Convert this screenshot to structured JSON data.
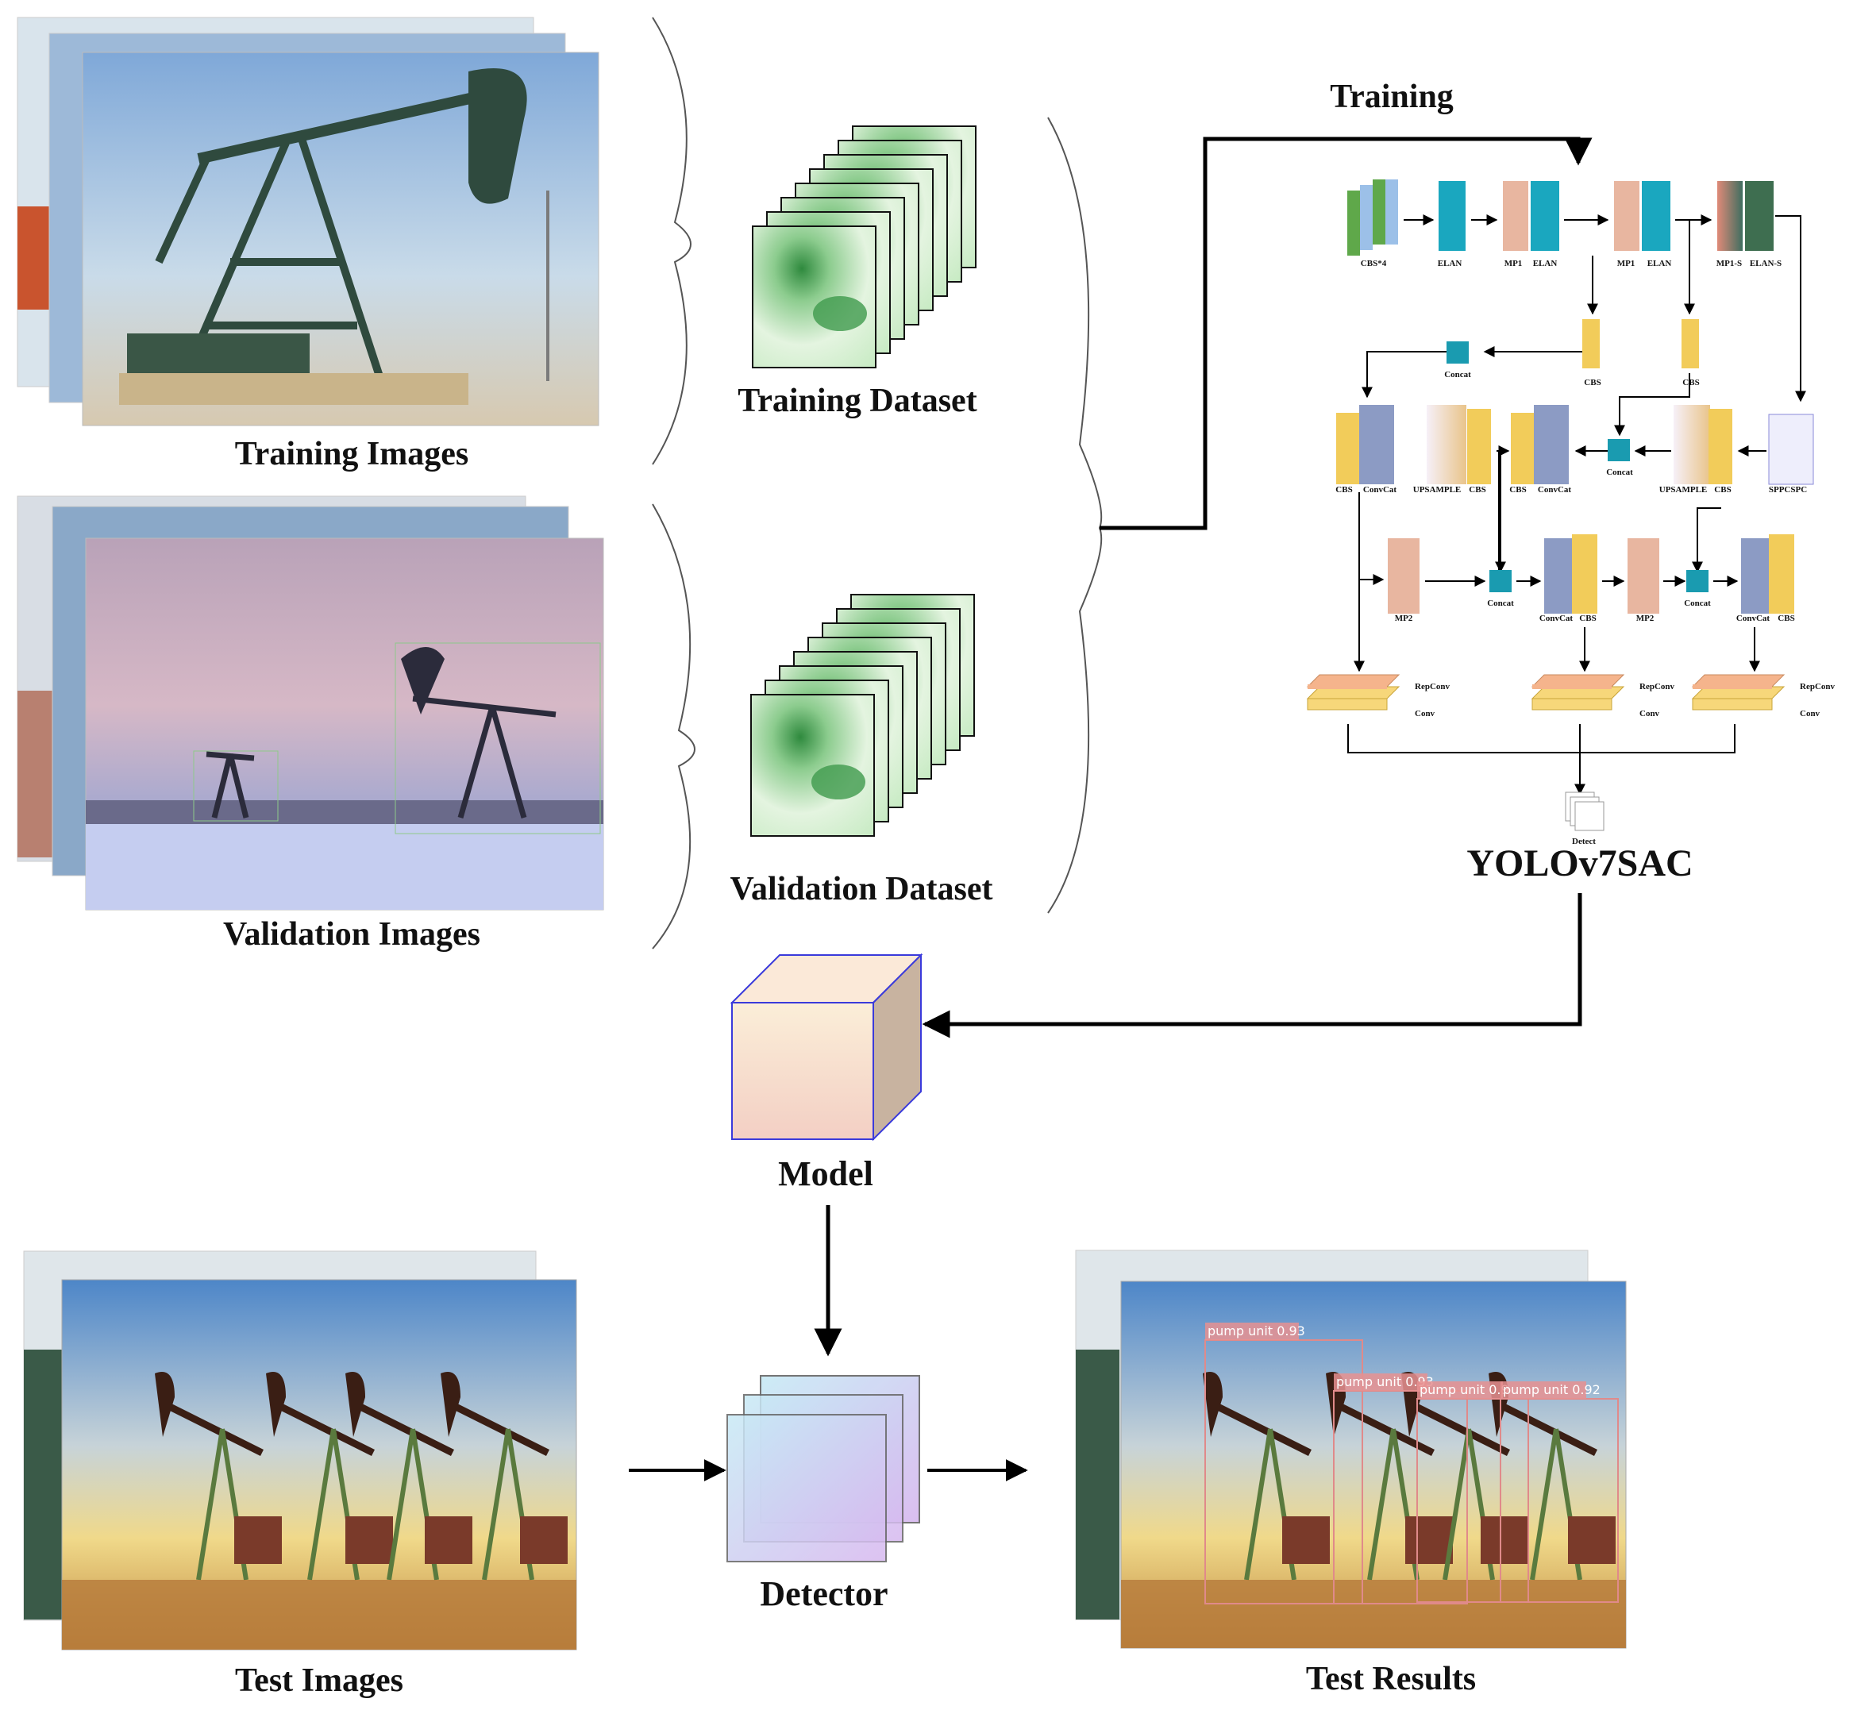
{
  "captions": {
    "training_images": "Training Images",
    "validation_images": "Validation Images",
    "training_dataset": "Training Dataset",
    "validation_dataset": "Validation Dataset",
    "training": "Training",
    "model_name": "YOLOv7SAC",
    "model": "Model",
    "detector": "Detector",
    "test_images": "Test Images",
    "test_results": "Test Results"
  },
  "network": {
    "row1": {
      "cbs4": "CBS*4",
      "elan1": "ELAN",
      "mp1a": "MP1",
      "elan2": "ELAN",
      "mp1b": "MP1",
      "elan3": "ELAN",
      "mp1s": "MP1-S",
      "elans": "ELAN-S"
    },
    "cbs_a": "CBS",
    "cbs_b": "CBS",
    "concat_top": "Concat",
    "row3": {
      "cbs1": "CBS",
      "convcat1": "ConvCat",
      "upsample1": "UPSAMPLE",
      "cbs2": "CBS",
      "cbs3": "CBS",
      "convcat2": "ConvCat",
      "concat": "Concat",
      "upsample2": "UPSAMPLE",
      "cbs4": "CBS",
      "sppcspc": "SPPCSPC"
    },
    "row4": {
      "mp2a": "MP2",
      "concat1": "Concat",
      "convcat1": "ConvCat",
      "cbs1": "CBS",
      "mp2b": "MP2",
      "concat2": "Concat",
      "convcat2": "ConvCat",
      "cbs2": "CBS"
    },
    "heads": {
      "repconv": "RepConv",
      "conv": "Conv"
    },
    "detect": "Detect"
  },
  "detections": [
    {
      "label": "pump unit 0.93"
    },
    {
      "label": "pump unit 0.93"
    },
    {
      "label": "pump unit 0.9"
    },
    {
      "label": "pump unit 0.92"
    }
  ],
  "colors": {
    "cbs": "#f2cc5a",
    "elan": "#1aa7bf",
    "mp": "#e8b6a0",
    "convcat": "#8c9bc4",
    "concat": "#1a9bb0",
    "heads_top": "#f5b48c",
    "heads_bottom": "#f7d77a",
    "sky": "#8fb8e0",
    "heatmap": "#4aa85a"
  }
}
